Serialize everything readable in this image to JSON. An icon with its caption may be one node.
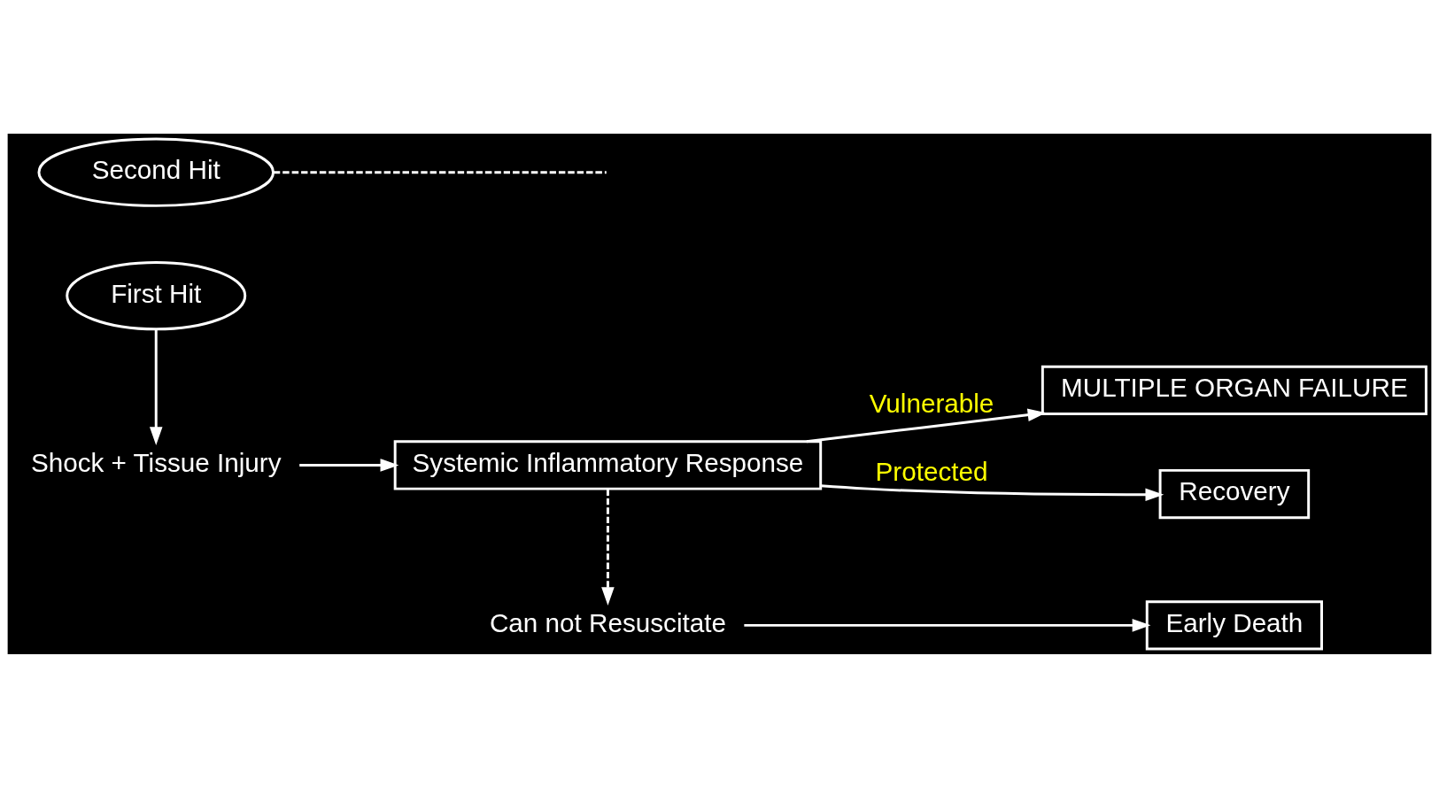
{
  "diagram": {
    "nodes": [
      {
        "text": [
          "First Hit"
        ]
      },
      {
        "text": [
          "Shock + Tissue Injury"
        ]
      },
      {
        "text": [
          "Systemic Inflammatory Response"
        ]
      },
      {
        "text": [
          "Second Hit"
        ]
      },
      {
        "text": [
          "MULTIPLE ORGAN FAILURE"
        ]
      },
      {
        "text": [
          "Recovery"
        ]
      },
      {
        "text": [
          "Can not Resuscitate"
        ]
      },
      {
        "text": [
          "Early Death"
        ]
      }
    ],
    "edges": [
      {
        "from": 0,
        "to": 1,
        "arrow": "to"
      },
      {
        "from": 1,
        "to": 2,
        "arrow": "to"
      },
      {
        "from": 2,
        "to": 4,
        "arrow": "to",
        "label": "Vulnerable"
      },
      {
        "from": 2,
        "to": 5,
        "arrow": "to",
        "label": "Protected"
      },
      {
        "from": 2,
        "to": 6,
        "arrow": "to",
        "style": "dashed"
      },
      {
        "from": 6,
        "to": 7,
        "arrow": "to"
      },
      {
        "from": 3,
        "to": null,
        "arrow": "none",
        "style": "dashed"
      }
    ]
  }
}
